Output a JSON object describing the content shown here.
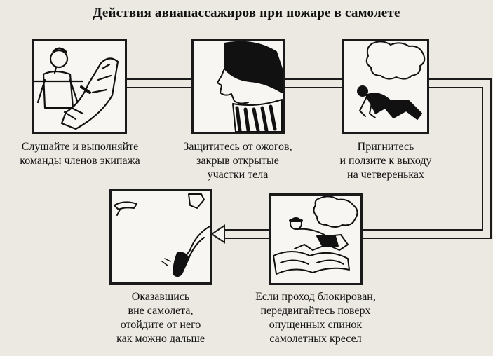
{
  "title": "Действия авиапассажиров при пожаре в самолете",
  "steps": [
    {
      "icon": "passenger-listening-icon",
      "lines": [
        "Слушайте и выполняйте",
        "команды членов экипажа"
      ]
    },
    {
      "icon": "protected-face-icon",
      "lines": [
        "Защититесь от ожогов,",
        "закрыв открытые",
        "участки тела"
      ]
    },
    {
      "icon": "crawling-person-icon",
      "lines": [
        "Пригнитесь",
        "и ползите к выходу",
        "на четвереньках"
      ]
    },
    {
      "icon": "crawling-over-seats-icon",
      "lines": [
        "Если проход блокирован,",
        "передвигайтесь поверх",
        "опущенных спинок",
        "самолетных кресел"
      ]
    },
    {
      "icon": "walking-away-icon",
      "lines": [
        "Оказавшись",
        "вне самолета,",
        "отойдите от него",
        "как можно дальше"
      ]
    }
  ]
}
